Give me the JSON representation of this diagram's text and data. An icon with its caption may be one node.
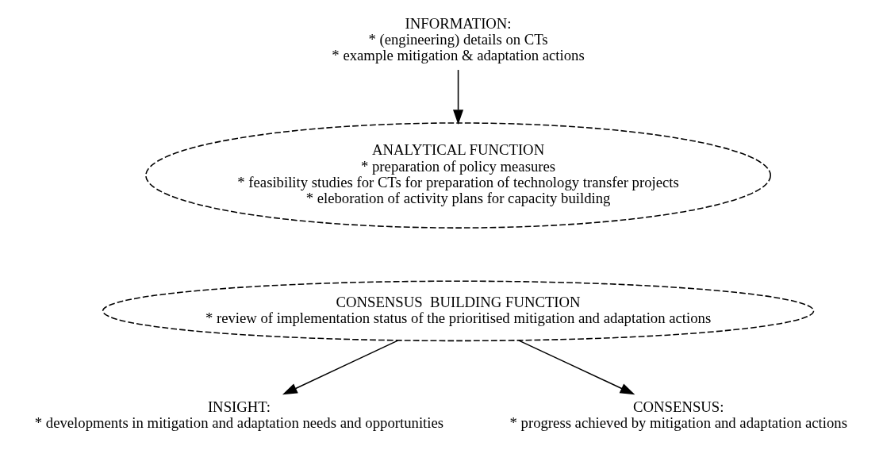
{
  "diagram": {
    "nodes": [
      {
        "text": [
          "ANALYTICAL FUNCTION",
          "* preparation of policy measures",
          "* feasibility studies for CTs for preparation of technology transfer projects",
          "* eleboration of activity plans for capacity building"
        ]
      },
      {
        "text": [
          "CONSENSUS  BUILDING FUNCTION",
          "* review of implementation status of the prioritised mitigation and adaptation actions"
        ]
      },
      {
        "text": [
          "INFORMATION:",
          "* (engineering) details on CTs",
          "* example mitigation & adaptation actions"
        ]
      },
      {
        "text": [
          "INSIGHT:",
          "* developments in mitigation and adaptation needs and opportunities"
        ]
      },
      {
        "text": [
          "CONSENSUS:",
          "* progress achieved by mitigation and adaptation actions"
        ]
      }
    ],
    "edges": [
      {
        "from": 2,
        "to": 0,
        "arrow": "to"
      },
      {
        "from": 1,
        "to": 3,
        "arrow": "to"
      },
      {
        "from": 1,
        "to": 4,
        "arrow": "to"
      }
    ]
  }
}
